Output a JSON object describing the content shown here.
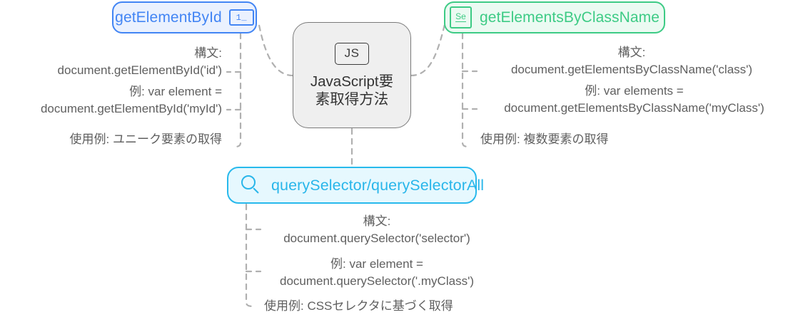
{
  "diagram": {
    "title_node": {
      "badge": "JS",
      "icon": "js-badge-icon",
      "label": "JavaScript要素取得方法"
    },
    "branches": [
      {
        "id": "getelementbyid",
        "label": "getElementById",
        "icon": "id-badge-icon",
        "icon_text": "1_",
        "color": "#4285f4",
        "fill": "#eaf1fe",
        "leaves": [
          "構文:\ndocument.getElementById('id')",
          "例: var element =\ndocument.getElementById('myId')",
          "使用例: ユニーク要素の取得"
        ]
      },
      {
        "id": "getelementsbyclassname",
        "label": "getElementsByClassName",
        "icon": "se-badge-icon",
        "icon_text": "Se",
        "color": "#3dcb85",
        "fill": "#ebfaf2",
        "leaves": [
          "構文:\ndocument.getElementsByClassName('class')",
          "例: var elements =\ndocument.getElementsByClassName('myClass')",
          "使用例: 複数要素の取得"
        ]
      },
      {
        "id": "queryselector",
        "label": "querySelector/querySelectorAll",
        "icon": "search-icon",
        "icon_text": "",
        "color": "#29b6ea",
        "fill": "#e6f8fe",
        "leaves": [
          "構文:\ndocument.querySelector('selector')",
          "例: var element =\ndocument.querySelector('.myClass')",
          "使用例: CSSセレクタに基づく取得"
        ]
      }
    ]
  },
  "colors": {
    "edge": "#b0b0b0",
    "center_border": "#7a7a7a",
    "center_fill": "#efefef",
    "leaf_text": "#5f5f5f",
    "background": "#ffffff"
  }
}
